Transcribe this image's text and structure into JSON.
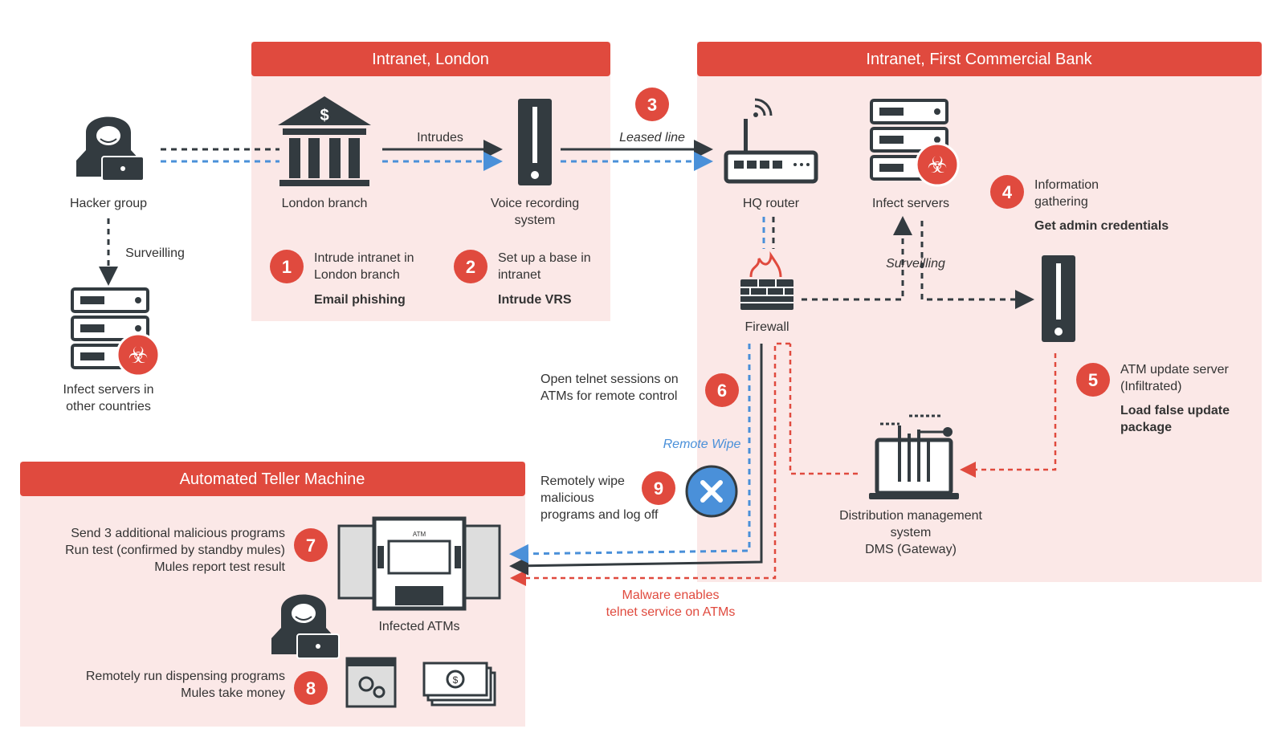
{
  "zones": {
    "london": "Intranet, London",
    "bank": "Intranet, First Commercial Bank",
    "atm": "Automated Teller Machine"
  },
  "nodes": {
    "hacker": "Hacker group",
    "infect_other_1": "Infect servers in",
    "infect_other_2": "other countries",
    "london_branch": "London branch",
    "vrs_1": "Voice recording",
    "vrs_2": "system",
    "hq_router": "HQ router",
    "infect_servers": "Infect servers",
    "firewall": "Firewall",
    "dms_1": "Distribution management",
    "dms_2": "system",
    "dms_3": "DMS (Gateway)",
    "infected_atms": "Infected ATMs",
    "atm_screen": "ATM"
  },
  "edges": {
    "surveilling_left": "Surveilling",
    "intrudes": "Intrudes",
    "leased_line": "Leased line",
    "surveilling_bank": "Surveilling",
    "remote_wipe": "Remote Wipe",
    "malware_1": "Malware enables",
    "malware_2": "telnet service on ATMs"
  },
  "steps": [
    {
      "num": "1",
      "line1": "Intrude intranet in",
      "line2": "London branch",
      "bold": "Email phishing"
    },
    {
      "num": "2",
      "line1": "Set up a base in",
      "line2": "intranet",
      "bold": "Intrude VRS"
    },
    {
      "num": "3"
    },
    {
      "num": "4",
      "line1": "Information",
      "line2": "gathering",
      "bold": "Get admin credentials"
    },
    {
      "num": "5",
      "line1": "ATM update server",
      "line2": "(Infiltrated)",
      "bold1": "Load false update",
      "bold2": "package"
    },
    {
      "num": "6",
      "line1": "Open telnet sessions on",
      "line2": "ATMs for remote control"
    },
    {
      "num": "7",
      "line1": "Send 3 additional malicious programs",
      "line2": "Run test (confirmed by standby mules)",
      "line3": "Mules report test result"
    },
    {
      "num": "8",
      "line1": "Remotely run dispensing programs",
      "line2": "Mules take money"
    },
    {
      "num": "9",
      "line1": "Remotely wipe",
      "line2": "malicious",
      "line3": "programs and log off"
    }
  ],
  "colors": {
    "accent": "#e04a3e",
    "zone_bg": "#fbe8e7",
    "dark": "#333b40",
    "blue": "#4a90d9"
  }
}
